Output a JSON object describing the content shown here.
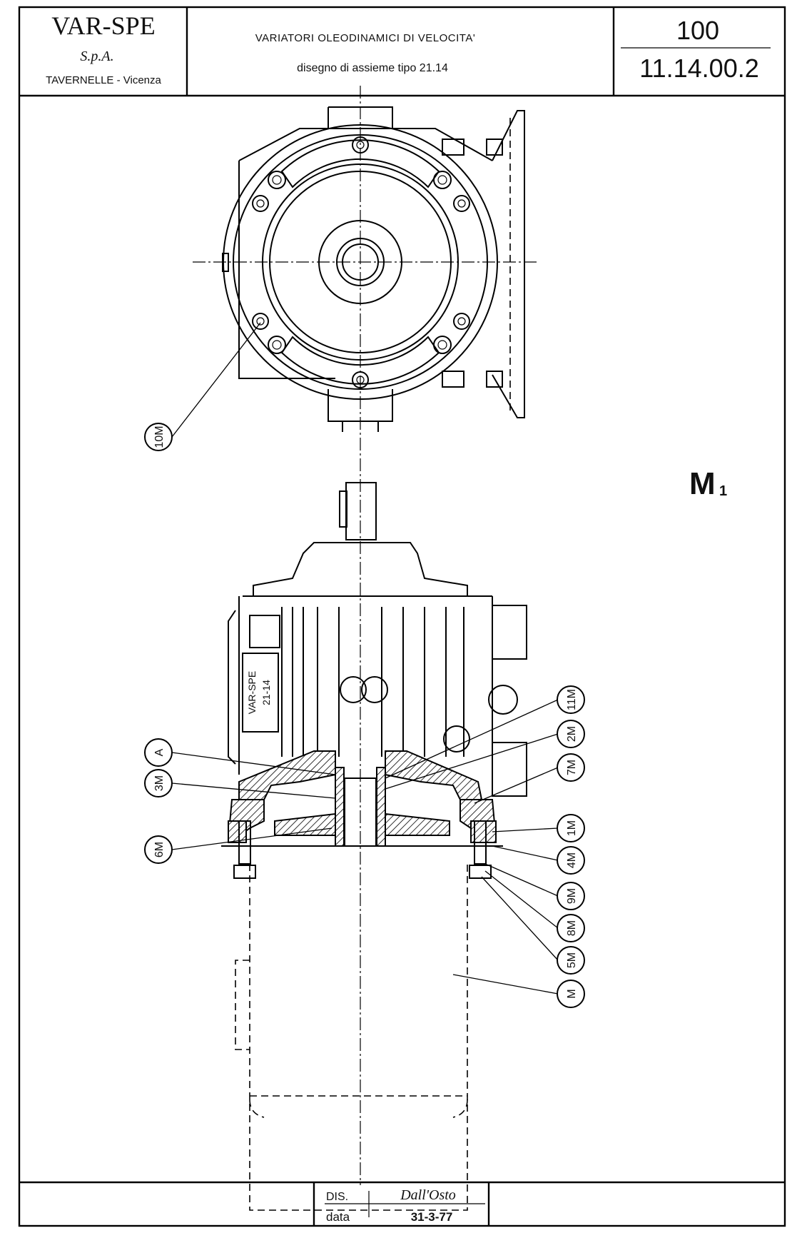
{
  "title_block": {
    "company_name": "VAR-SPE",
    "company_legal": "S.p.A.",
    "company_location": "TAVERNELLE - Vicenza",
    "title_line1": "VARIATORI OLEODINAMICI DI VELOCITA'",
    "title_line2": "disegno di assieme tipo 21.14",
    "sheet_number": "100",
    "drawing_number": "11.14.00.2"
  },
  "drawing": {
    "view_label_main": "M",
    "view_label_sub": "1",
    "nameplate_line1": "VAR-SPE",
    "nameplate_line2": "21-14",
    "part_callouts": {
      "p10M": "10M",
      "pA": "A",
      "p3M": "3M",
      "p6M": "6M",
      "p11M": "11M",
      "p2M": "2M",
      "p7M": "7M",
      "p1M": "1M",
      "p4M": "4M",
      "p9M": "9M",
      "p8M": "8M",
      "p5M": "5M",
      "pM": "M"
    }
  },
  "footer": {
    "drawn_label": "DIS.",
    "drawn_by": "Dall'Osto",
    "date_label": "data",
    "date_value": "31-3-77"
  }
}
